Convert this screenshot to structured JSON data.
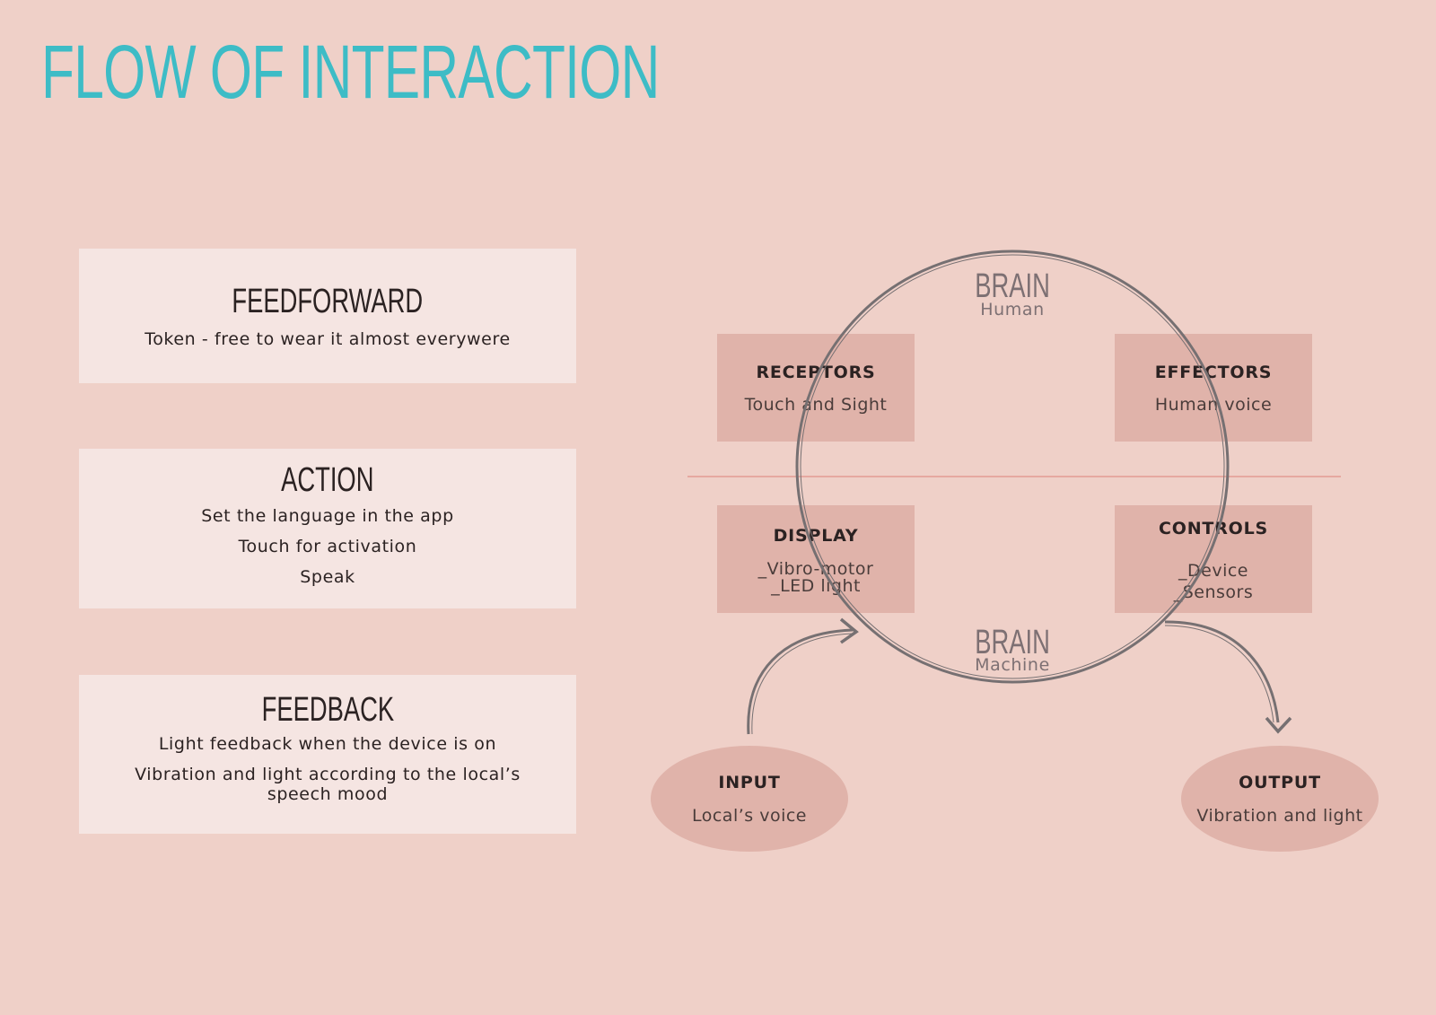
{
  "title": "FLOW OF INTERACTION",
  "panels": {
    "feedforward": {
      "heading": "FEEDFORWARD",
      "lines": [
        "Token - free to wear it almost everywere"
      ]
    },
    "action": {
      "heading": "ACTION",
      "lines": [
        "Set the language in the app",
        "Touch for activation",
        "Speak"
      ]
    },
    "feedback": {
      "heading": "FEEDBACK",
      "lines": [
        "Light feedback when the device is on",
        "Vibration and light according to the local’s",
        "speech mood"
      ]
    }
  },
  "diagram": {
    "brain_human": {
      "word": "BRAIN",
      "sub": "Human"
    },
    "brain_machine": {
      "word": "BRAIN",
      "sub": "Machine"
    },
    "receptors": {
      "title": "RECEPTORS",
      "lines": [
        "Touch and Sight"
      ]
    },
    "effectors": {
      "title": "EFFECTORS",
      "lines": [
        "Human voice"
      ]
    },
    "display": {
      "title": "DISPLAY",
      "lines": [
        "_Vibro-motor",
        "_LED light"
      ]
    },
    "controls": {
      "title": "CONTROLS",
      "lines": [
        "_Device",
        "_Sensors"
      ]
    },
    "input": {
      "title": "INPUT",
      "lines": [
        "Local’s voice"
      ]
    },
    "output": {
      "title": "OUTPUT",
      "lines": [
        "Vibration and light"
      ]
    }
  },
  "colors": {
    "background": "#efd0c8",
    "title": "#3dbcc6",
    "panel": "#f5e5e2",
    "box": "#e0b3aa",
    "circle": "#767072",
    "divider": "#e39a93"
  }
}
